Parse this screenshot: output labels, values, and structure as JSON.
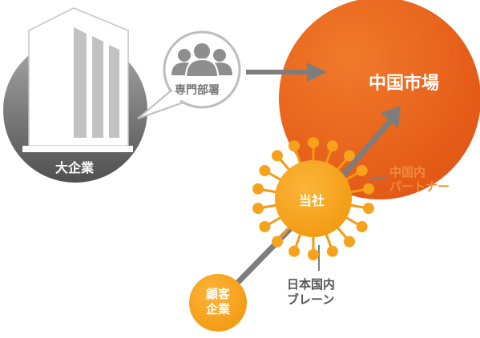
{
  "nodes": {
    "large_enterprise": {
      "label": "大企業"
    },
    "department": {
      "label": "専門部署"
    },
    "china_market": {
      "label": "中国市場"
    },
    "our_company": {
      "label": "当社"
    },
    "china_partner": {
      "line1": "中国内",
      "line2": "パートナー"
    },
    "japan_brain": {
      "line1": "日本国内",
      "line2": "ブレーン"
    },
    "client": {
      "line1": "顧客",
      "line2": "企業"
    }
  },
  "colors": {
    "market_orange": "#e8601c",
    "company_orange": "#f7a21b",
    "gray_dark": "#6b6b6b",
    "gray_light": "#a8a8a8",
    "arrow_gray": "#7d7d7d"
  }
}
